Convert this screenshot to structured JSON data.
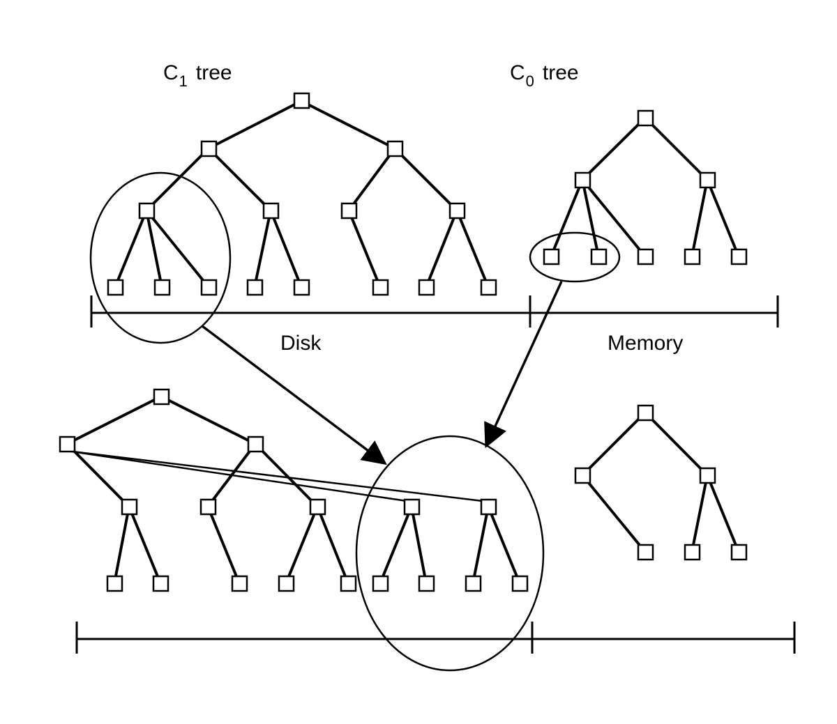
{
  "labels": {
    "c1_letter": "C",
    "c1_sub": "1",
    "c1_word": "tree",
    "c0_letter": "C",
    "c0_sub": "0",
    "c0_word": "tree",
    "disk": "Disk",
    "memory": "Memory"
  },
  "colors": {
    "ink": "#000000",
    "background": "#ffffff"
  }
}
